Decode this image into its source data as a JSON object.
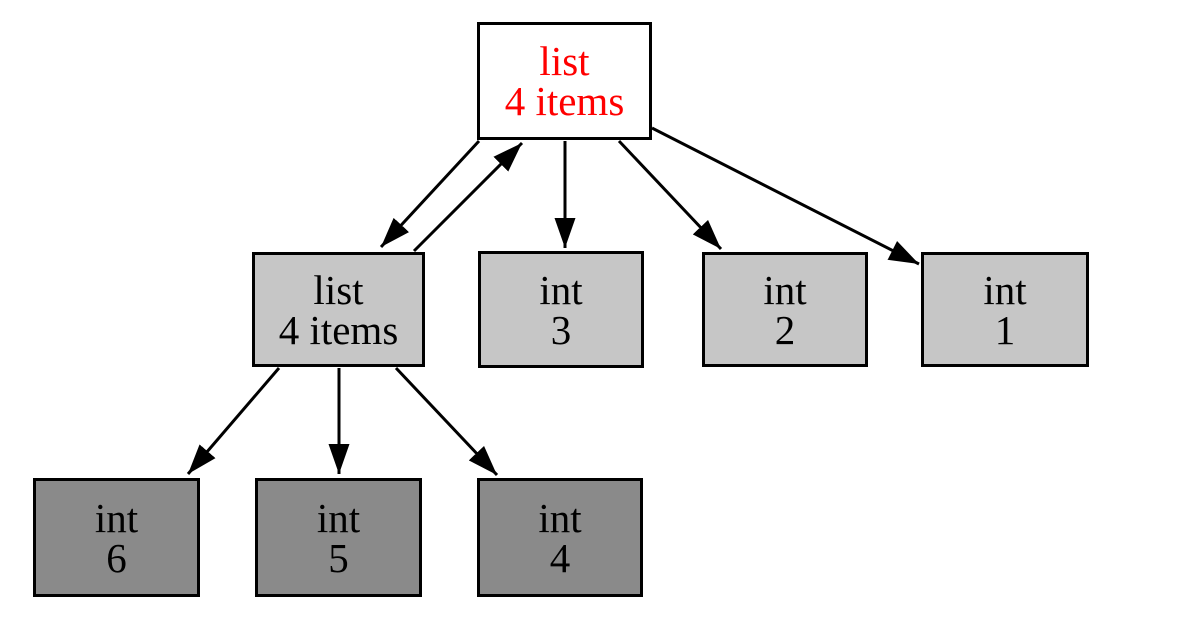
{
  "diagram": {
    "kind": "object-reference-graph",
    "arrow_color": "#000000",
    "nodes": [
      {
        "id": "list-outer",
        "type": "list",
        "value": "4 items",
        "fill": "#ffffff",
        "text_color": "#ff0000"
      },
      {
        "id": "list-inner",
        "type": "list",
        "value": "4 items",
        "fill": "#c6c6c6",
        "text_color": "#000000"
      },
      {
        "id": "int-3",
        "type": "int",
        "value": "3",
        "fill": "#c6c6c6",
        "text_color": "#000000"
      },
      {
        "id": "int-2",
        "type": "int",
        "value": "2",
        "fill": "#c6c6c6",
        "text_color": "#000000"
      },
      {
        "id": "int-1",
        "type": "int",
        "value": "1",
        "fill": "#c6c6c6",
        "text_color": "#000000"
      },
      {
        "id": "int-6",
        "type": "int",
        "value": "6",
        "fill": "#8a8a8a",
        "text_color": "#000000"
      },
      {
        "id": "int-5",
        "type": "int",
        "value": "5",
        "fill": "#8a8a8a",
        "text_color": "#000000"
      },
      {
        "id": "int-4",
        "type": "int",
        "value": "4",
        "fill": "#8a8a8a",
        "text_color": "#000000"
      }
    ],
    "edges": [
      {
        "from": "list-outer",
        "to": "list-inner"
      },
      {
        "from": "list-inner",
        "to": "list-outer"
      },
      {
        "from": "list-outer",
        "to": "int-3"
      },
      {
        "from": "list-outer",
        "to": "int-2"
      },
      {
        "from": "list-outer",
        "to": "int-1"
      },
      {
        "from": "list-inner",
        "to": "int-6"
      },
      {
        "from": "list-inner",
        "to": "int-5"
      },
      {
        "from": "list-inner",
        "to": "int-4"
      }
    ]
  }
}
